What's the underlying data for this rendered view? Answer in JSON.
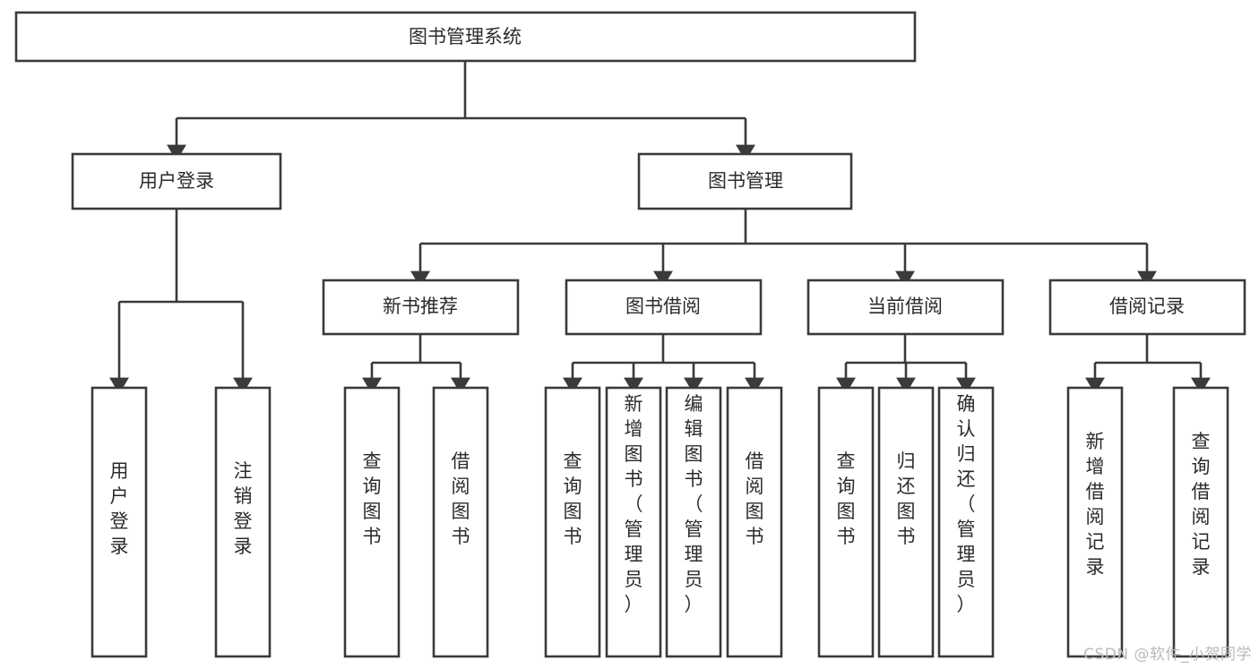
{
  "diagram": {
    "title": "图书管理系统",
    "type": "tree",
    "watermark": "CSDN @软件_小贺同学",
    "levels": [
      {
        "level": 1,
        "nodes": [
          {
            "id": "root",
            "label": "图书管理系统",
            "orientation": "horizontal"
          }
        ]
      },
      {
        "level": 2,
        "nodes": [
          {
            "id": "login",
            "label": "用户登录",
            "orientation": "horizontal",
            "parent": "root"
          },
          {
            "id": "bookmgmt",
            "label": "图书管理",
            "orientation": "horizontal",
            "parent": "root"
          }
        ]
      },
      {
        "level": 3,
        "nodes": [
          {
            "id": "newbook",
            "label": "新书推荐",
            "orientation": "horizontal",
            "parent": "bookmgmt"
          },
          {
            "id": "borrow",
            "label": "图书借阅",
            "orientation": "horizontal",
            "parent": "bookmgmt"
          },
          {
            "id": "current",
            "label": "当前借阅",
            "orientation": "horizontal",
            "parent": "bookmgmt"
          },
          {
            "id": "record",
            "label": "借阅记录",
            "orientation": "horizontal",
            "parent": "bookmgmt"
          }
        ]
      },
      {
        "level": 4,
        "nodes": [
          {
            "id": "leaf1",
            "label": "用户登录",
            "orientation": "vertical",
            "parent": "login"
          },
          {
            "id": "leaf2",
            "label": "注销登录",
            "orientation": "vertical",
            "parent": "login"
          },
          {
            "id": "leaf3",
            "label": "查询图书",
            "orientation": "vertical",
            "parent": "newbook"
          },
          {
            "id": "leaf4",
            "label": "借阅图书",
            "orientation": "vertical",
            "parent": "newbook"
          },
          {
            "id": "leaf5",
            "label": "查询图书",
            "orientation": "vertical",
            "parent": "borrow"
          },
          {
            "id": "leaf6",
            "label": "新增图书（管理员）",
            "orientation": "vertical",
            "parent": "borrow"
          },
          {
            "id": "leaf7",
            "label": "编辑图书（管理员）",
            "orientation": "vertical",
            "parent": "borrow"
          },
          {
            "id": "leaf8",
            "label": "借阅图书",
            "orientation": "vertical",
            "parent": "borrow"
          },
          {
            "id": "leaf9",
            "label": "查询图书",
            "orientation": "vertical",
            "parent": "current"
          },
          {
            "id": "leaf10",
            "label": "归还图书",
            "orientation": "vertical",
            "parent": "current"
          },
          {
            "id": "leaf11",
            "label": "确认归还（管理员）",
            "orientation": "vertical",
            "parent": "current"
          },
          {
            "id": "leaf12",
            "label": "新增借阅记录",
            "orientation": "vertical",
            "parent": "record"
          },
          {
            "id": "leaf13",
            "label": "查询借阅记录",
            "orientation": "vertical",
            "parent": "record"
          }
        ]
      }
    ],
    "colors": {
      "stroke": "#3a3a3a",
      "fill": "#ffffff",
      "text": "#2b2b2b",
      "watermark": "#b9b9b9"
    }
  }
}
